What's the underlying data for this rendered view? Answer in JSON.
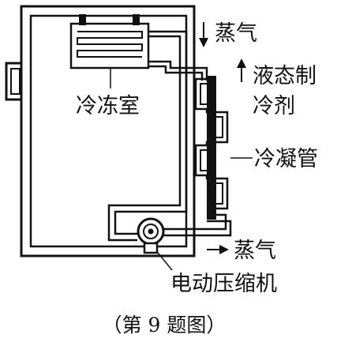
{
  "labels": {
    "freezer": "冷冻室",
    "vapor_top": "蒸气",
    "liquid_refrigerant_line1": "液态制",
    "liquid_refrigerant_line2": "冷剂",
    "condenser": "冷凝管",
    "vapor_bottom": "蒸气",
    "compressor": "电动压缩机"
  },
  "caption": "（第 9 题图）"
}
